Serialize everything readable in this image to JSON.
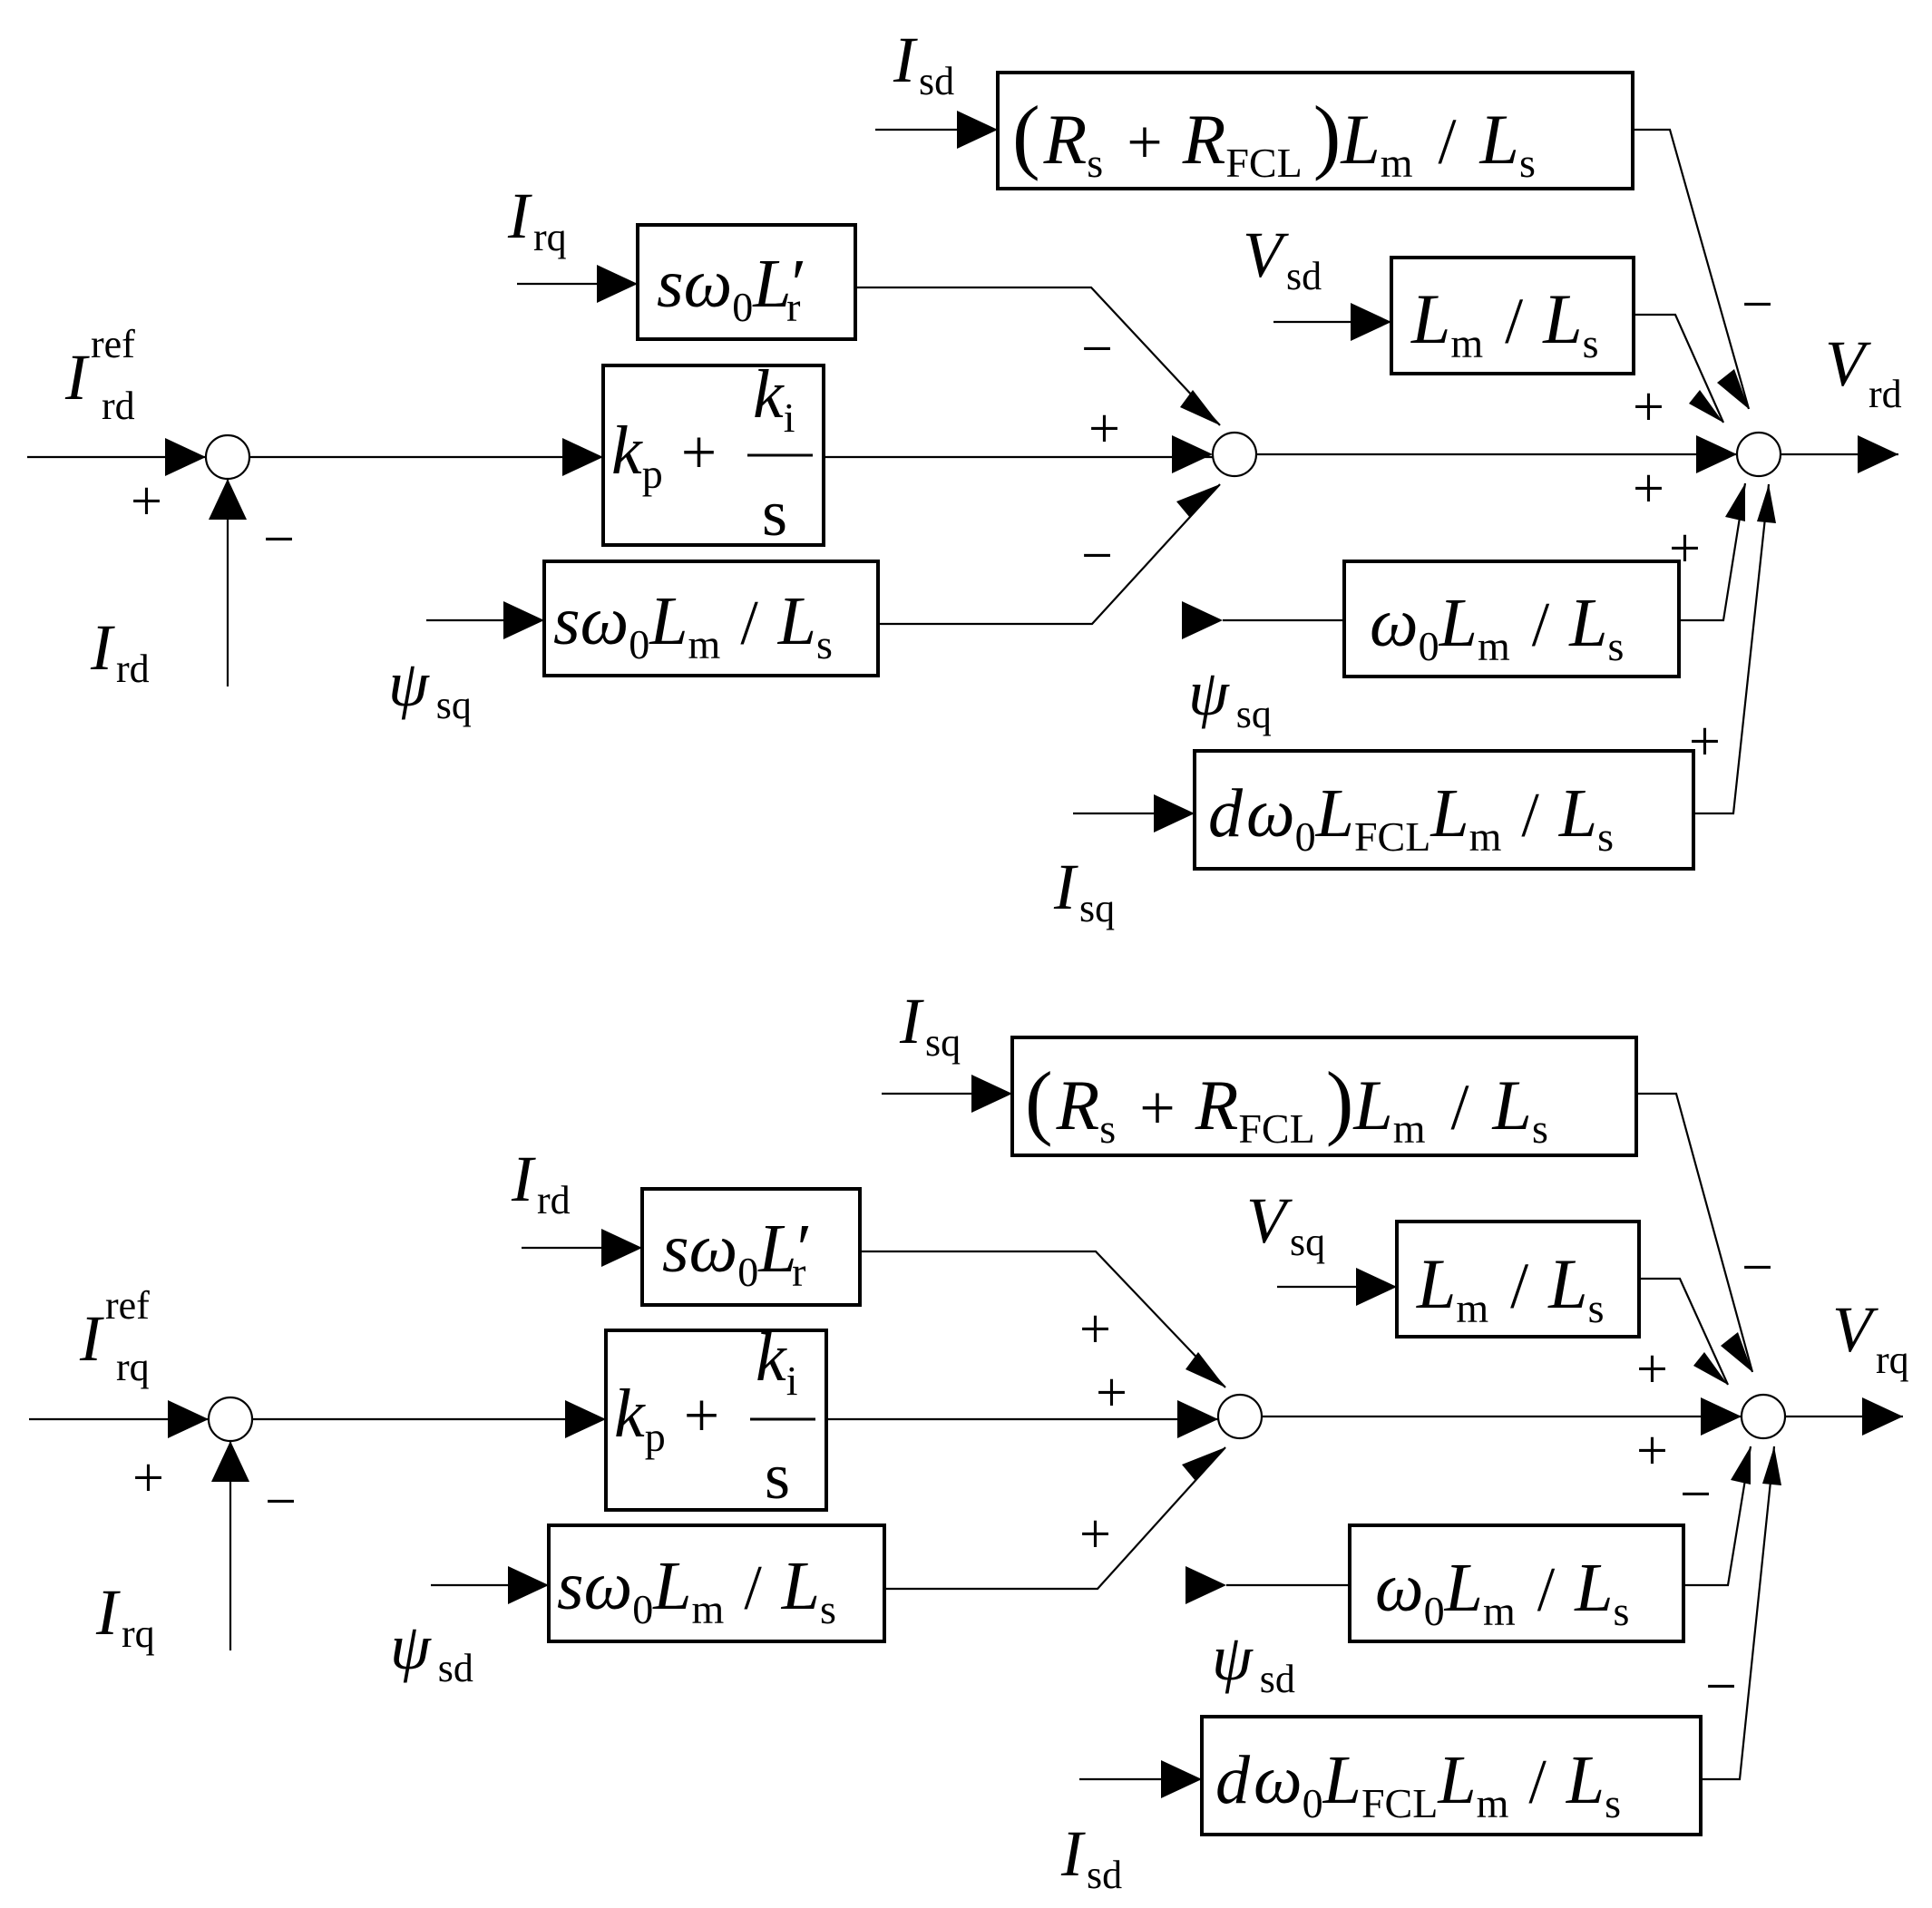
{
  "colors": {
    "ink": "#000000",
    "background": "#ffffff"
  },
  "signs": {
    "plus": "+",
    "minus": "−"
  },
  "upper": {
    "ref_input": {
      "I": "I",
      "sub": "rd",
      "sup": "ref"
    },
    "feedback_input": {
      "I": "I",
      "sub": "rd"
    },
    "cross_current_in": {
      "I": "I",
      "sub": "rq"
    },
    "flux_in": {
      "psi": "ψ",
      "sub": "sq"
    },
    "stator_current_top": {
      "I": "I",
      "sub": "sd"
    },
    "stator_voltage_in": {
      "V": "V",
      "sub": "sd"
    },
    "flux_in_right": {
      "psi": "ψ",
      "sub": "sq"
    },
    "fcl_current_in": {
      "I": "I",
      "sub": "sq"
    },
    "output": {
      "V": "V",
      "sub": "rd"
    },
    "sum1_signs": {
      "ref": "+",
      "feedback": "−"
    },
    "sum2_signs": {
      "top": "−",
      "mid": "+",
      "bottom": "−"
    },
    "sum3_signs": {
      "top": "−",
      "upper": "+",
      "mid": "+",
      "lower": "+",
      "bottom": "+"
    }
  },
  "lower": {
    "ref_input": {
      "I": "I",
      "sub": "rq",
      "sup": "ref"
    },
    "feedback_input": {
      "I": "I",
      "sub": "rq"
    },
    "cross_current_in": {
      "I": "I",
      "sub": "rd"
    },
    "flux_in": {
      "psi": "ψ",
      "sub": "sd"
    },
    "stator_current_top": {
      "I": "I",
      "sub": "sq"
    },
    "stator_voltage_in": {
      "V": "V",
      "sub": "sq"
    },
    "flux_in_right": {
      "psi": "ψ",
      "sub": "sd"
    },
    "fcl_current_in": {
      "I": "I",
      "sub": "sd"
    },
    "output": {
      "V": "V",
      "sub": "rq"
    },
    "sum1_signs": {
      "ref": "+",
      "feedback": "−"
    },
    "sum2_signs": {
      "top": "+",
      "mid": "+",
      "bottom": "+"
    },
    "sum3_signs": {
      "top": "−",
      "upper": "+",
      "mid": "+",
      "lower": "−",
      "bottom": "−"
    }
  },
  "blocks": {
    "resistance": {
      "open": "(",
      "R": "R",
      "s": "s",
      "plus": "+",
      "R2": "R",
      "fcl": "FCL",
      "close": ")",
      "L": "L",
      "m": "m",
      "slash": "/",
      "L2": "L",
      "s2": "s"
    },
    "transient_inductance": {
      "s": "s",
      "omega": "ω",
      "zero": "0",
      "L": "L",
      "r": "r",
      "prime": "′"
    },
    "pi": {
      "k": "k",
      "p": "p",
      "plus": "+",
      "k2": "k",
      "i": "i",
      "den": "s"
    },
    "flux_gain": {
      "s": "s",
      "omega": "ω",
      "zero": "0",
      "L": "L",
      "m": "m",
      "slash": "/",
      "L2": "L",
      "s2": "s"
    },
    "voltage_gain": {
      "L": "L",
      "m": "m",
      "slash": "/",
      "L2": "L",
      "s": "s"
    },
    "speed_gain": {
      "omega": "ω",
      "zero": "0",
      "L": "L",
      "m": "m",
      "slash": "/",
      "L2": "L",
      "s": "s"
    },
    "fcl_gain": {
      "d": "d",
      "omega": "ω",
      "zero": "0",
      "L": "L",
      "fcl": "FCL",
      "L2": "L",
      "m": "m",
      "slash": "/",
      "L3": "L",
      "s": "s"
    }
  }
}
